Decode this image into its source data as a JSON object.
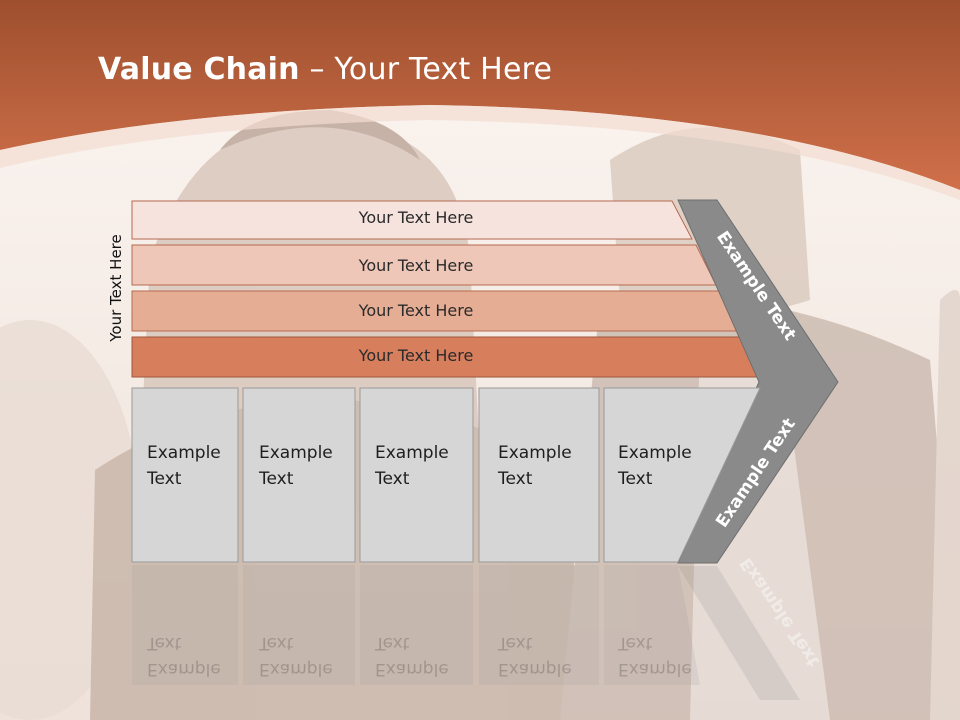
{
  "slide": {
    "title_bold": "Value Chain",
    "title_rest": " – Your Text Here",
    "vertical_label": "Your Text Here",
    "bars": [
      {
        "label": "Your Text Here",
        "color": "#f7e3dd"
      },
      {
        "label": "Your Text Here",
        "color": "#efc7b8"
      },
      {
        "label": "Your Text Here",
        "color": "#e6ad95"
      },
      {
        "label": "Your Text Here",
        "color": "#d77e5d"
      }
    ],
    "columns": [
      {
        "line1": "Example",
        "line2": "Text"
      },
      {
        "line1": "Example",
        "line2": "Text"
      },
      {
        "line1": "Example",
        "line2": "Text"
      },
      {
        "line1": "Example",
        "line2": "Text"
      },
      {
        "line1": "Example",
        "line2": "Text"
      }
    ],
    "arrow_top_label": "Example Text",
    "arrow_bottom_label": "Example Text",
    "colors": {
      "header": "#c9603a",
      "arrow": "#8a8a8a",
      "column_fill": "#d6d6d6"
    }
  }
}
